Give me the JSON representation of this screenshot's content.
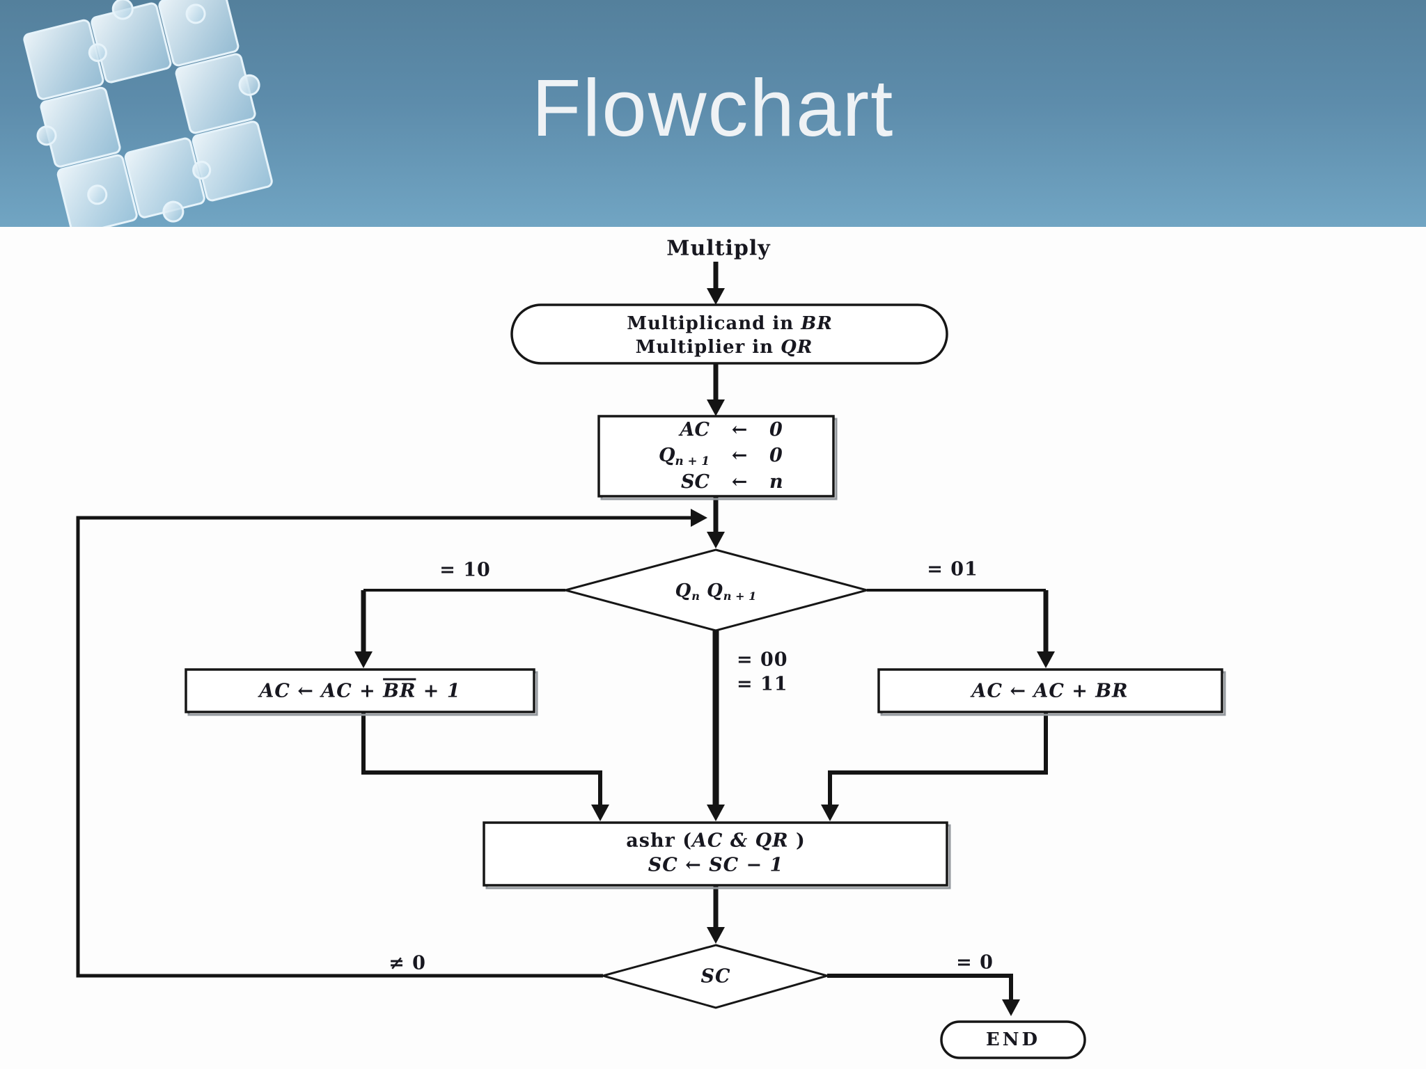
{
  "header": {
    "title": "Flowchart"
  },
  "flowchart": {
    "start_label": "Multiply",
    "terminator": {
      "line1_text": "Multiplicand in ",
      "line1_var": "BR",
      "line2_text": "Multiplier in ",
      "line2_var": "QR"
    },
    "init_box": {
      "arrow": "←",
      "rows": [
        {
          "base": "AC",
          "sub": "",
          "value": "0"
        },
        {
          "base": "Q",
          "sub": "n + 1",
          "value": "0"
        },
        {
          "base": "SC",
          "sub": "",
          "value": "n"
        }
      ]
    },
    "decision1": {
      "q1_base": "Q",
      "q1_sub": "n",
      "q2_base": "Q",
      "q2_sub": "n + 1"
    },
    "branch_labels": {
      "left": "= 10",
      "right": "= 01",
      "center_1": "= 00",
      "center_2": "= 11"
    },
    "left_box": {
      "pre": "AC ← AC + ",
      "overlined": "BR",
      "post": " + 1"
    },
    "right_box": {
      "text": "AC ← AC + BR"
    },
    "shift_box": {
      "line1_pre": "ashr (",
      "line1_var": "AC & QR",
      "line1_post": " )",
      "line2": "SC ← SC − 1"
    },
    "decision2": {
      "text": "SC",
      "left_label": "≠ 0",
      "right_label": "= 0"
    },
    "end_label": "END"
  }
}
